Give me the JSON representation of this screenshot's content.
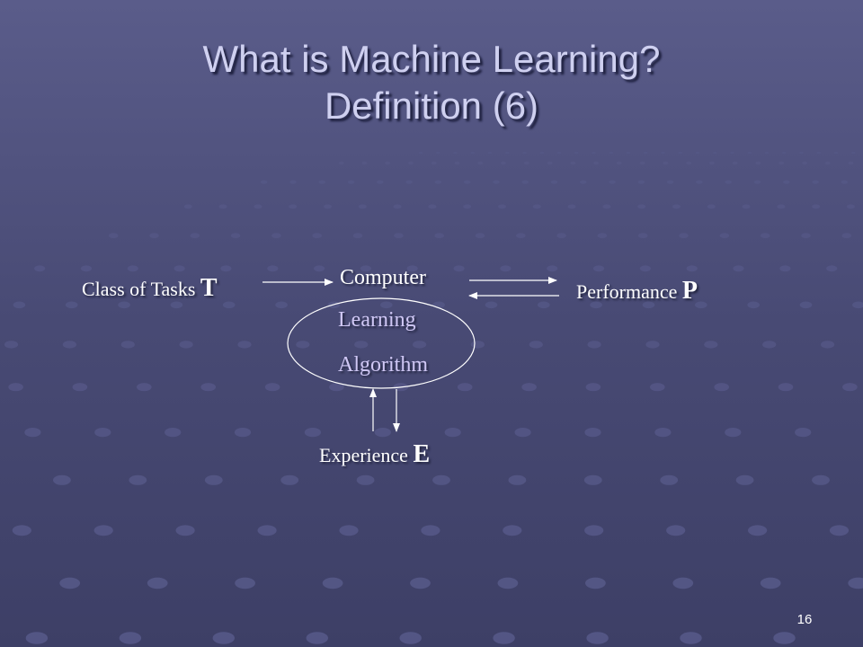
{
  "slide": {
    "title_line1": "What is Machine Learning?",
    "title_line2": "Definition (6)",
    "page_number": "16"
  },
  "diagram": {
    "tasks_label": "Class of Tasks ",
    "tasks_symbol": "T",
    "computer_label": "Computer",
    "learning_label": "Learning",
    "algorithm_label": "Algorithm",
    "performance_label": "Performance ",
    "performance_symbol": "P",
    "experience_label": "Experience ",
    "experience_symbol": "E"
  },
  "colors": {
    "background": "#4a4d76",
    "title": "#cfd0f0",
    "label": "#ffffff",
    "algorithm_label": "#d0c8f5"
  }
}
